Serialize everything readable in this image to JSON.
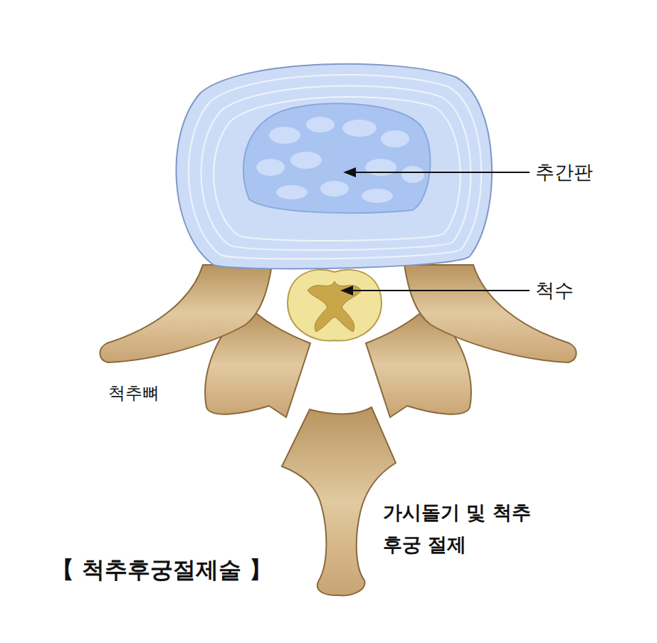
{
  "diagram": {
    "title": "【 척추후궁절제술 】",
    "labels": [
      "추간판",
      "척수",
      "척추뼈",
      "가시돌기 및 척추 후궁 절제"
    ]
  }
}
